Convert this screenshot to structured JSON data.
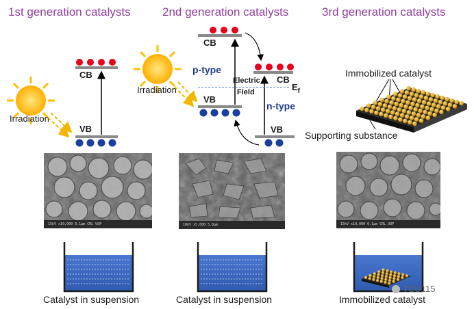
{
  "titles": {
    "gen1": "1st generation catalysts",
    "gen2": "2nd generation catalysts",
    "gen3": "3rd generation catalysts"
  },
  "bands": {
    "cb": "CB",
    "vb": "VB"
  },
  "labels": {
    "irradiation": "Irradiation",
    "p_type": "p-type",
    "n_type": "n-type",
    "electric": "Electric",
    "field": "Field",
    "fermi_main": "E",
    "fermi_sub": "f",
    "immobilized": "Immobilized catalyst",
    "supporting": "Supporting substance"
  },
  "sem_bars": {
    "gen1": "15kV  x10,000  0.1µm     CRL UOP",
    "gen2": "10kV  x5,000  5.0µm",
    "gen3": "15kV  x10,000  0.1µm     CRL UOP"
  },
  "captions": {
    "gen1": "Catalyst in suspension",
    "gen2": "Catalyst in suspension",
    "gen3": "Immobilized catalyst"
  },
  "watermark": "TCU115",
  "colors": {
    "title": "#8d3f9c",
    "electron": "#e8001c",
    "hole": "#1a3f9e",
    "sun": "#ffc000",
    "liquid": "#4472c4",
    "particle": "#e0a41c"
  },
  "icons": [
    "sun-icon",
    "electron-icon",
    "hole-icon",
    "beaker-icon",
    "wechat-icon"
  ]
}
